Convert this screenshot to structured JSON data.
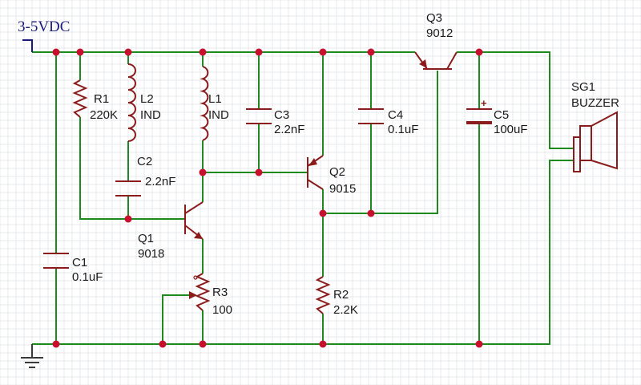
{
  "supply": {
    "label": "3-5VDC"
  },
  "components": {
    "r1": {
      "ref": "R1",
      "value": "220K"
    },
    "l2": {
      "ref": "L2",
      "value": "IND"
    },
    "l1": {
      "ref": "L1",
      "value": "IND"
    },
    "c2": {
      "ref": "C2",
      "value": "2.2nF"
    },
    "c3": {
      "ref": "C3",
      "value": "2.2nF"
    },
    "c4": {
      "ref": "C4",
      "value": "0.1uF"
    },
    "c5": {
      "ref": "C5",
      "value": "100uF",
      "polarity_mark": "+"
    },
    "c1": {
      "ref": "C1",
      "value": "0.1uF"
    },
    "q1": {
      "ref": "Q1",
      "value": "9018"
    },
    "q2": {
      "ref": "Q2",
      "value": "9015"
    },
    "q3": {
      "ref": "Q3",
      "value": "9012"
    },
    "r3": {
      "ref": "R3",
      "value": "100"
    },
    "r2": {
      "ref": "R2",
      "value": "2.2K"
    },
    "sg1": {
      "ref": "SG1",
      "value": "BUZZER"
    }
  },
  "colors": {
    "wire": "#1e8a1e",
    "component": "#8b1c1c",
    "junction": "#c8102e",
    "supply": "#1a1a7a"
  }
}
